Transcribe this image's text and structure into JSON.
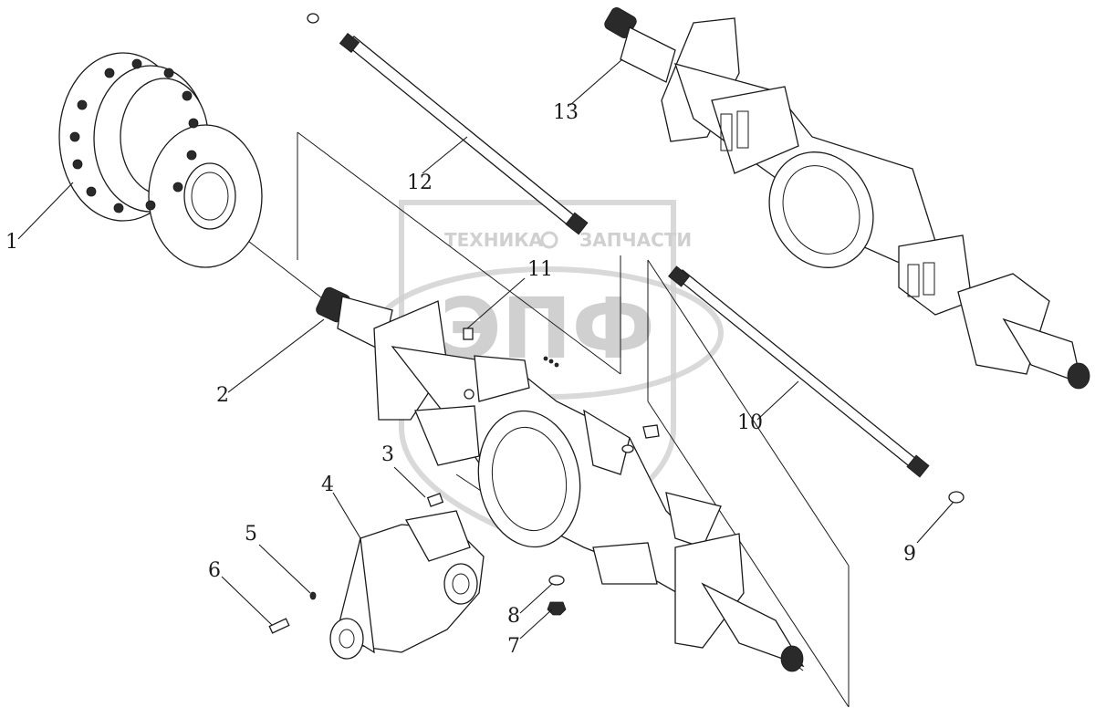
{
  "watermark": {
    "top_left": "ТЕХНИКА",
    "top_right": "ЗАПЧАСТИ",
    "logo": "ЭПФ"
  },
  "callouts": [
    "1",
    "2",
    "3",
    "4",
    "5",
    "6",
    "7",
    "8",
    "9",
    "10",
    "11",
    "12",
    "13"
  ],
  "colors": {
    "line": "#1a1a1a",
    "watermark": "#d0d0d0",
    "background": "#ffffff"
  }
}
